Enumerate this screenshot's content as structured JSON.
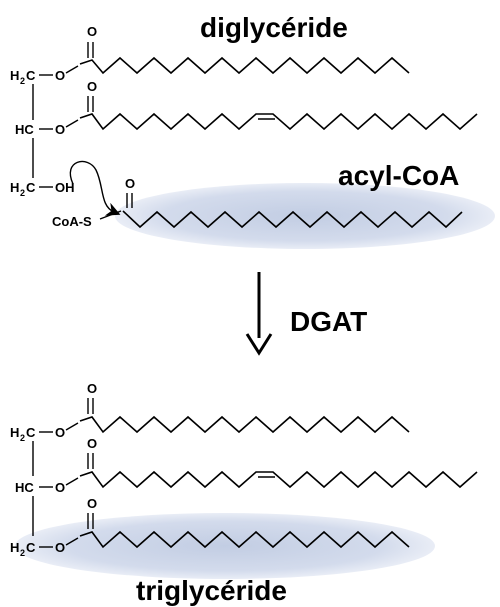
{
  "labels": {
    "reactant": "diglycéride",
    "donor": "acyl-CoA",
    "enzyme": "DGAT",
    "product": "triglycéride"
  },
  "atoms": {
    "ch2": "H",
    "ch2_sub": "2",
    "ch2_c": "C",
    "ch": "HC",
    "oxygen": "O",
    "hydroxyl": "OH",
    "coa_s": "CoA-S"
  },
  "colors": {
    "highlight": "#c9d3e6",
    "ink": "#000000"
  },
  "icons": [
    "down-arrow-icon",
    "curved-arrow-icon"
  ]
}
